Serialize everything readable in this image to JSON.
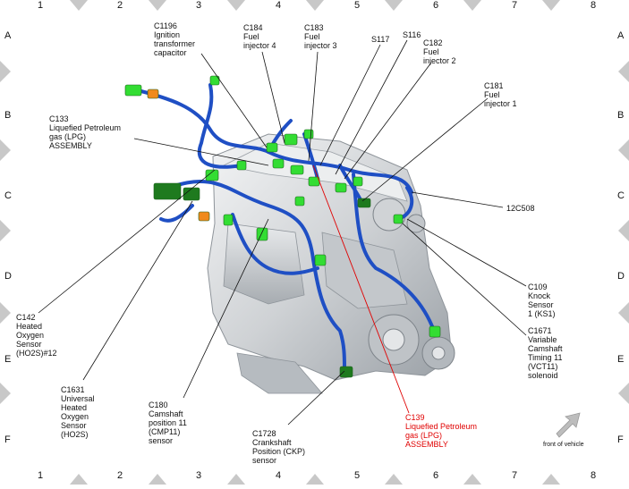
{
  "grid": {
    "columns": [
      "1",
      "2",
      "3",
      "4",
      "5",
      "6",
      "7",
      "8"
    ],
    "rows": [
      "A",
      "B",
      "C",
      "D",
      "E",
      "F"
    ]
  },
  "labels": {
    "c1196": "C1196\nIgnition\ntransformer\ncapacitor",
    "c184": "C184\nFuel\ninjector 4",
    "c183": "C183\nFuel\ninjector 3",
    "s117": "S117",
    "s116": "S116",
    "c182": "C182\nFuel\ninjector 2",
    "c181": "C181\nFuel\ninjector 1",
    "c133": "C133\nLiquefied Petroleum\ngas (LPG)\nASSEMBLY",
    "c12c508": "12C508",
    "c109": "C109\nKnock\nSensor\n1 (KS1)",
    "c1671": "C1671\nVariable\nCamshaft\nTiming 11\n(VCT11)\nsolenoid",
    "c142": "C142\nHeated\nOxygen\nSensor\n(HO2S)#12",
    "c1631": "C1631\nUniversal\nHeated\nOxygen\nSensor\n(HO2S)",
    "c180": "C180\nCamshaft\nposition 11\n(CMP11)\nsensor",
    "c1728": "C1728\nCrankshaft\nPosition (CKP)\nsensor",
    "c139": "C139\nLiquefied Petroleum\ngas (LPG)\nASSEMBLY",
    "front": "front of vehicle"
  },
  "colors": {
    "harness": "#1f4fc4",
    "connector": "#33dd33",
    "connector_dark": "#1e7a1e",
    "connector_orange": "#f08a1c",
    "engine": "#d4d6d8",
    "highlight_line": "#e00000",
    "leader": "#111111",
    "grid_marker": "#c8c8c8"
  }
}
